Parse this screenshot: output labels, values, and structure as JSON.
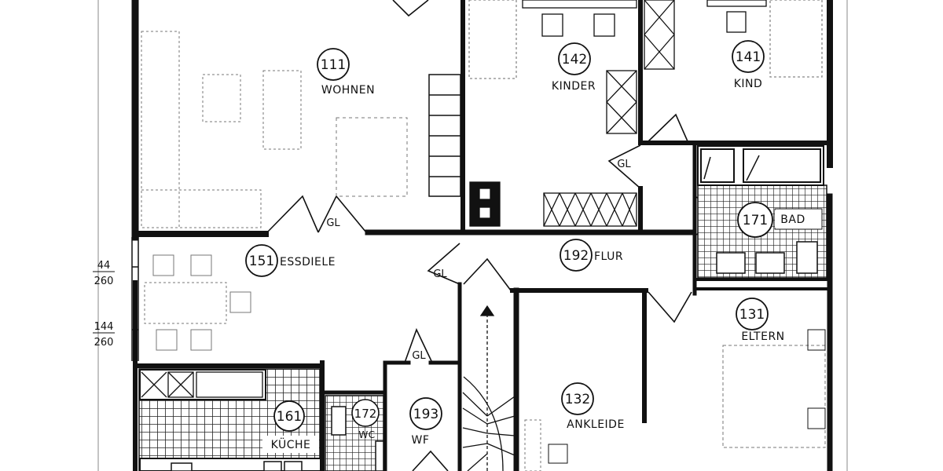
{
  "rooms": {
    "r111": {
      "number": "111",
      "name": "WOHNEN"
    },
    "r142": {
      "number": "142",
      "name": "KINDER"
    },
    "r141": {
      "number": "141",
      "name": "KIND"
    },
    "r171": {
      "number": "171",
      "name": "BAD"
    },
    "r151": {
      "number": "151",
      "name": "ESSDIELE"
    },
    "r192": {
      "number": "192",
      "name": "FLUR"
    },
    "r131": {
      "number": "131",
      "name": "ELTERN"
    },
    "r161": {
      "number": "161",
      "name": "KÜCHE"
    },
    "r172": {
      "number": "172",
      "name": "WC"
    },
    "r193": {
      "number": "193",
      "name": "WF"
    },
    "r132": {
      "number": "132",
      "name": "ANKLEIDE"
    }
  },
  "door_labels": {
    "gl_wohnen": "GL",
    "gl_kinder": "GL",
    "gl_essdiele": "GL",
    "gl_wf": "GL"
  },
  "dimensions": {
    "upper_top": "44",
    "upper_bottom": "260",
    "lower_top": "144",
    "lower_bottom": "260"
  }
}
